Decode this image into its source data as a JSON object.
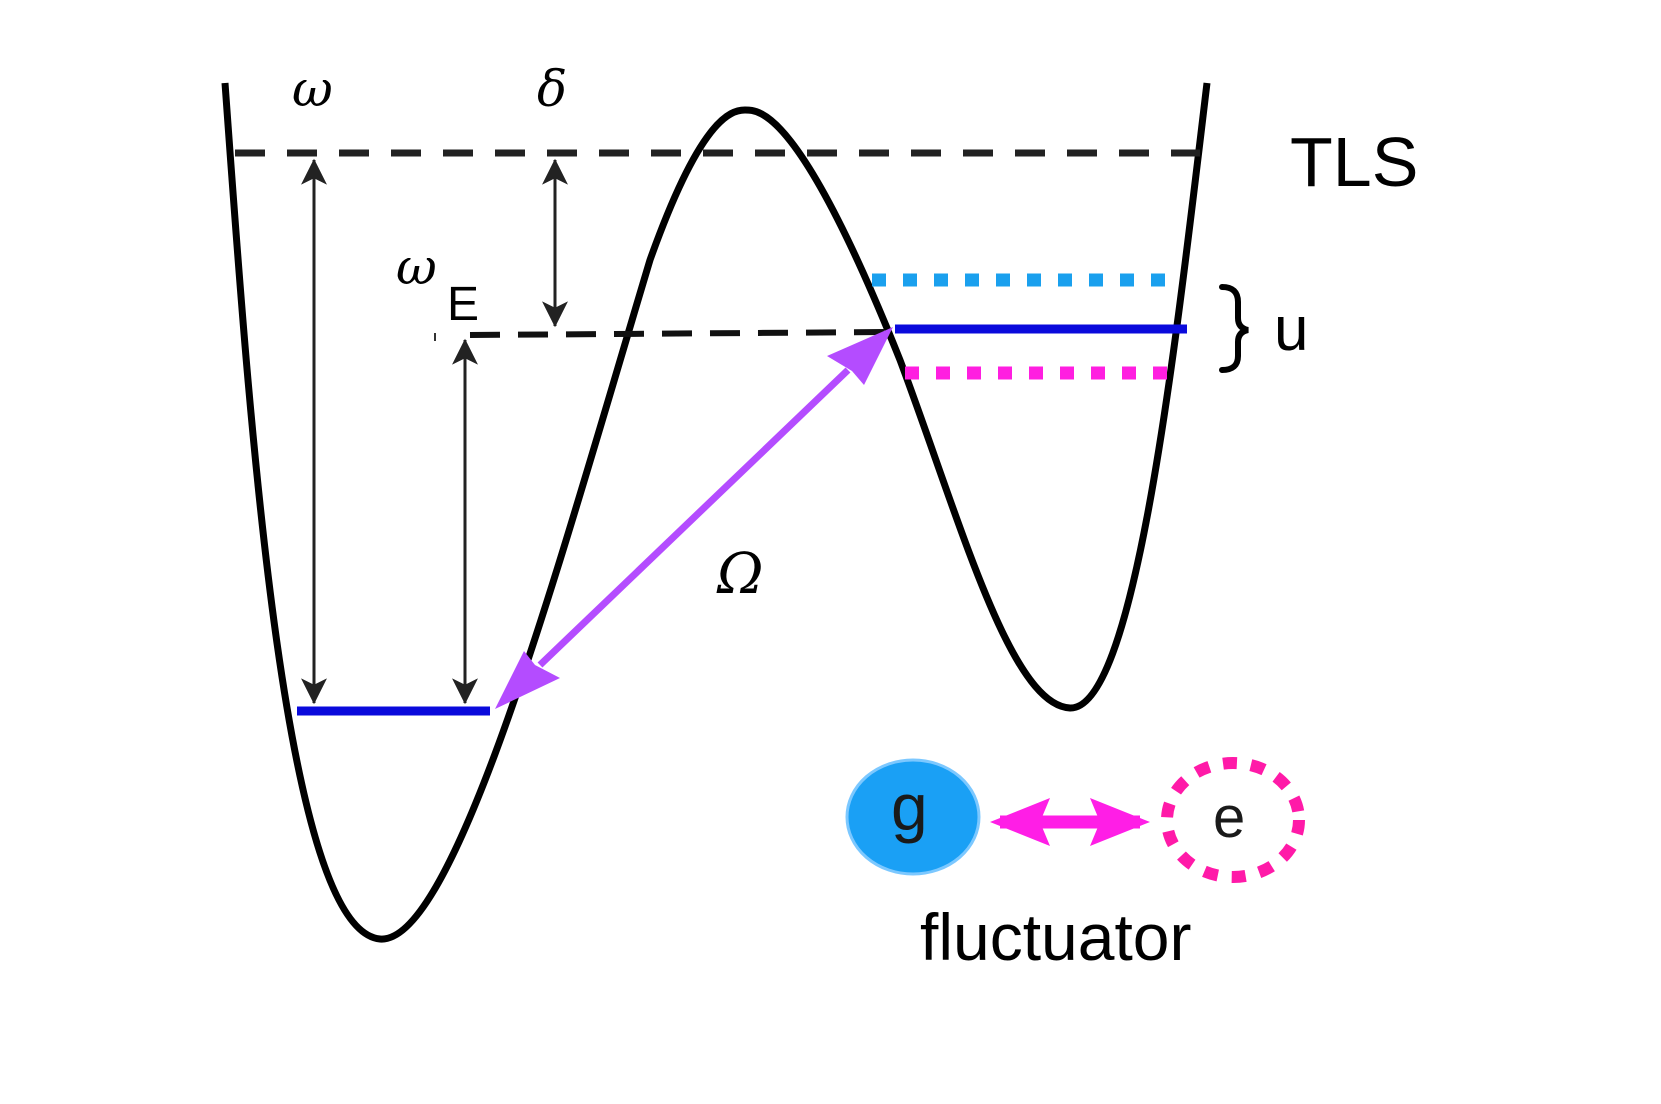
{
  "labels": {
    "omega": "ω",
    "delta": "δ",
    "omega_E_symbol": "ω",
    "omega_E_subscript": "E",
    "tls": "TLS",
    "u": "u",
    "Omega": "Ω",
    "g": "g",
    "e": "e",
    "fluctuator": "fluctuator"
  },
  "colors": {
    "potential": "#000000",
    "dashed_levels": "#222222",
    "level_solid": "#0a0adc",
    "level_upper_dotted": "#1aa0ee",
    "level_lower_dotted": "#ff1ee0",
    "tunneling_arrow": "#b44cff",
    "fluctuator_ground_fill": "#1aa0f5",
    "fluctuator_excited_dots": "#ff1aa8",
    "fluctuator_arrow": "#ff1ee6",
    "annotation_arrows": "#222222"
  }
}
